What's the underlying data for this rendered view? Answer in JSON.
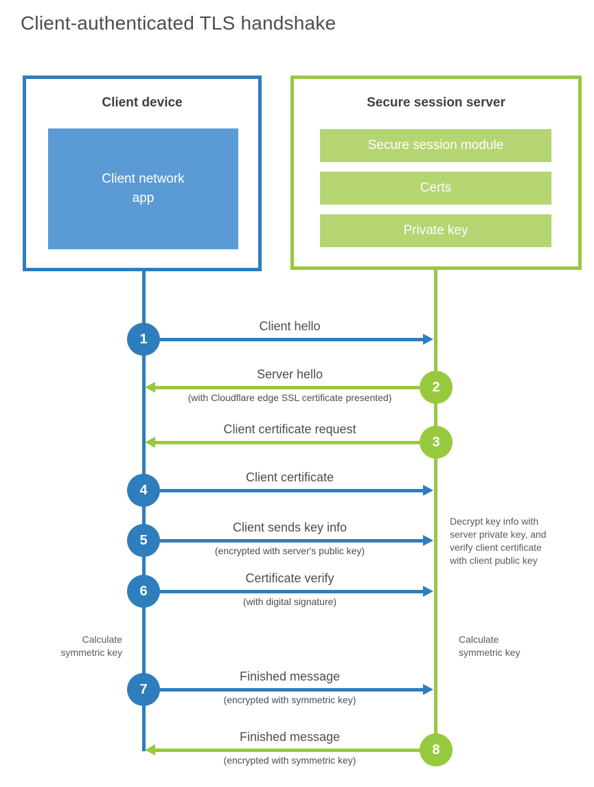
{
  "title": "Client-authenticated TLS handshake",
  "colors": {
    "blue": "#2e7dbd",
    "blue_fill": "#5b9bd5",
    "green": "#97c93e",
    "green_fill": "#b5d573",
    "label_text": "#4d4d4d",
    "note_text": "#595959"
  },
  "client": {
    "title": "Client device",
    "module": "Client network app"
  },
  "server": {
    "title": "Secure session server",
    "modules": [
      "Secure session module",
      "Certs",
      "Private key"
    ]
  },
  "steps": [
    {
      "number": "1",
      "actor": "client",
      "direction": "right",
      "label": "Client hello",
      "sublabel": ""
    },
    {
      "number": "2",
      "actor": "server",
      "direction": "left",
      "label": "Server hello",
      "sublabel": "(with Cloudflare edge SSL certificate presented)"
    },
    {
      "number": "3",
      "actor": "server",
      "direction": "left",
      "label": "Client certificate request",
      "sublabel": ""
    },
    {
      "number": "4",
      "actor": "client",
      "direction": "right",
      "label": "Client certificate",
      "sublabel": ""
    },
    {
      "number": "5",
      "actor": "client",
      "direction": "right",
      "label": "Client sends key info",
      "sublabel": "(encrypted with server's public key)"
    },
    {
      "number": "6",
      "actor": "client",
      "direction": "right",
      "label": "Certificate verify",
      "sublabel": "(with digital signature)"
    },
    {
      "number": "7",
      "actor": "client",
      "direction": "right",
      "label": "Finished message",
      "sublabel": "(encrypted with symmetric key)"
    },
    {
      "number": "8",
      "actor": "server",
      "direction": "left",
      "label": "Finished message",
      "sublabel": "(encrypted with symmetric key)"
    }
  ],
  "annotations": {
    "decrypt_note_lines": [
      "Decrypt key info with",
      "server private key, and",
      "verify client certificate",
      "with client public key"
    ],
    "calculate_left_lines": [
      "Calculate",
      "symmetric key"
    ],
    "calculate_right_lines": [
      "Calculate",
      "symmetric key"
    ]
  }
}
